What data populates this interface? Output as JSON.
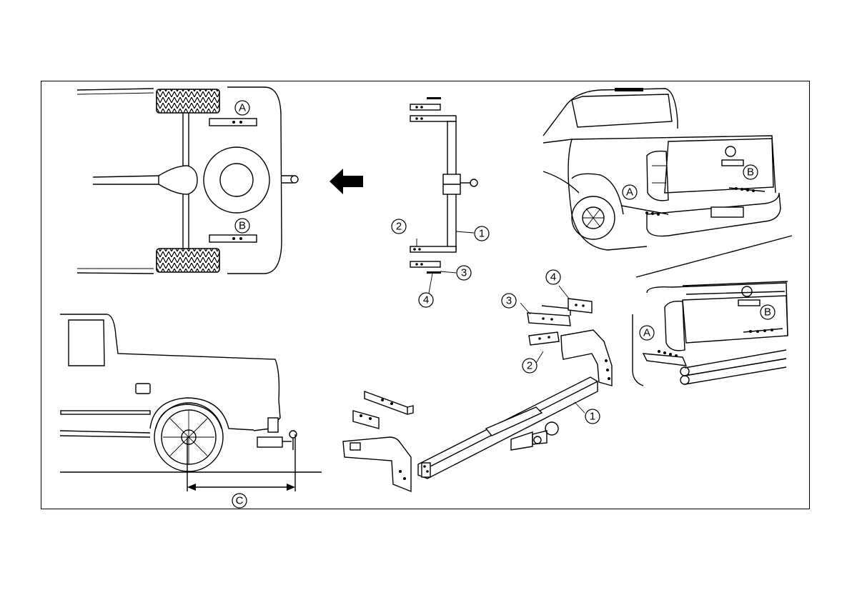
{
  "labels": {
    "A": "A",
    "B": "B",
    "C": "C",
    "part1": "1",
    "part2": "2",
    "part3": "3",
    "part4": "4"
  }
}
